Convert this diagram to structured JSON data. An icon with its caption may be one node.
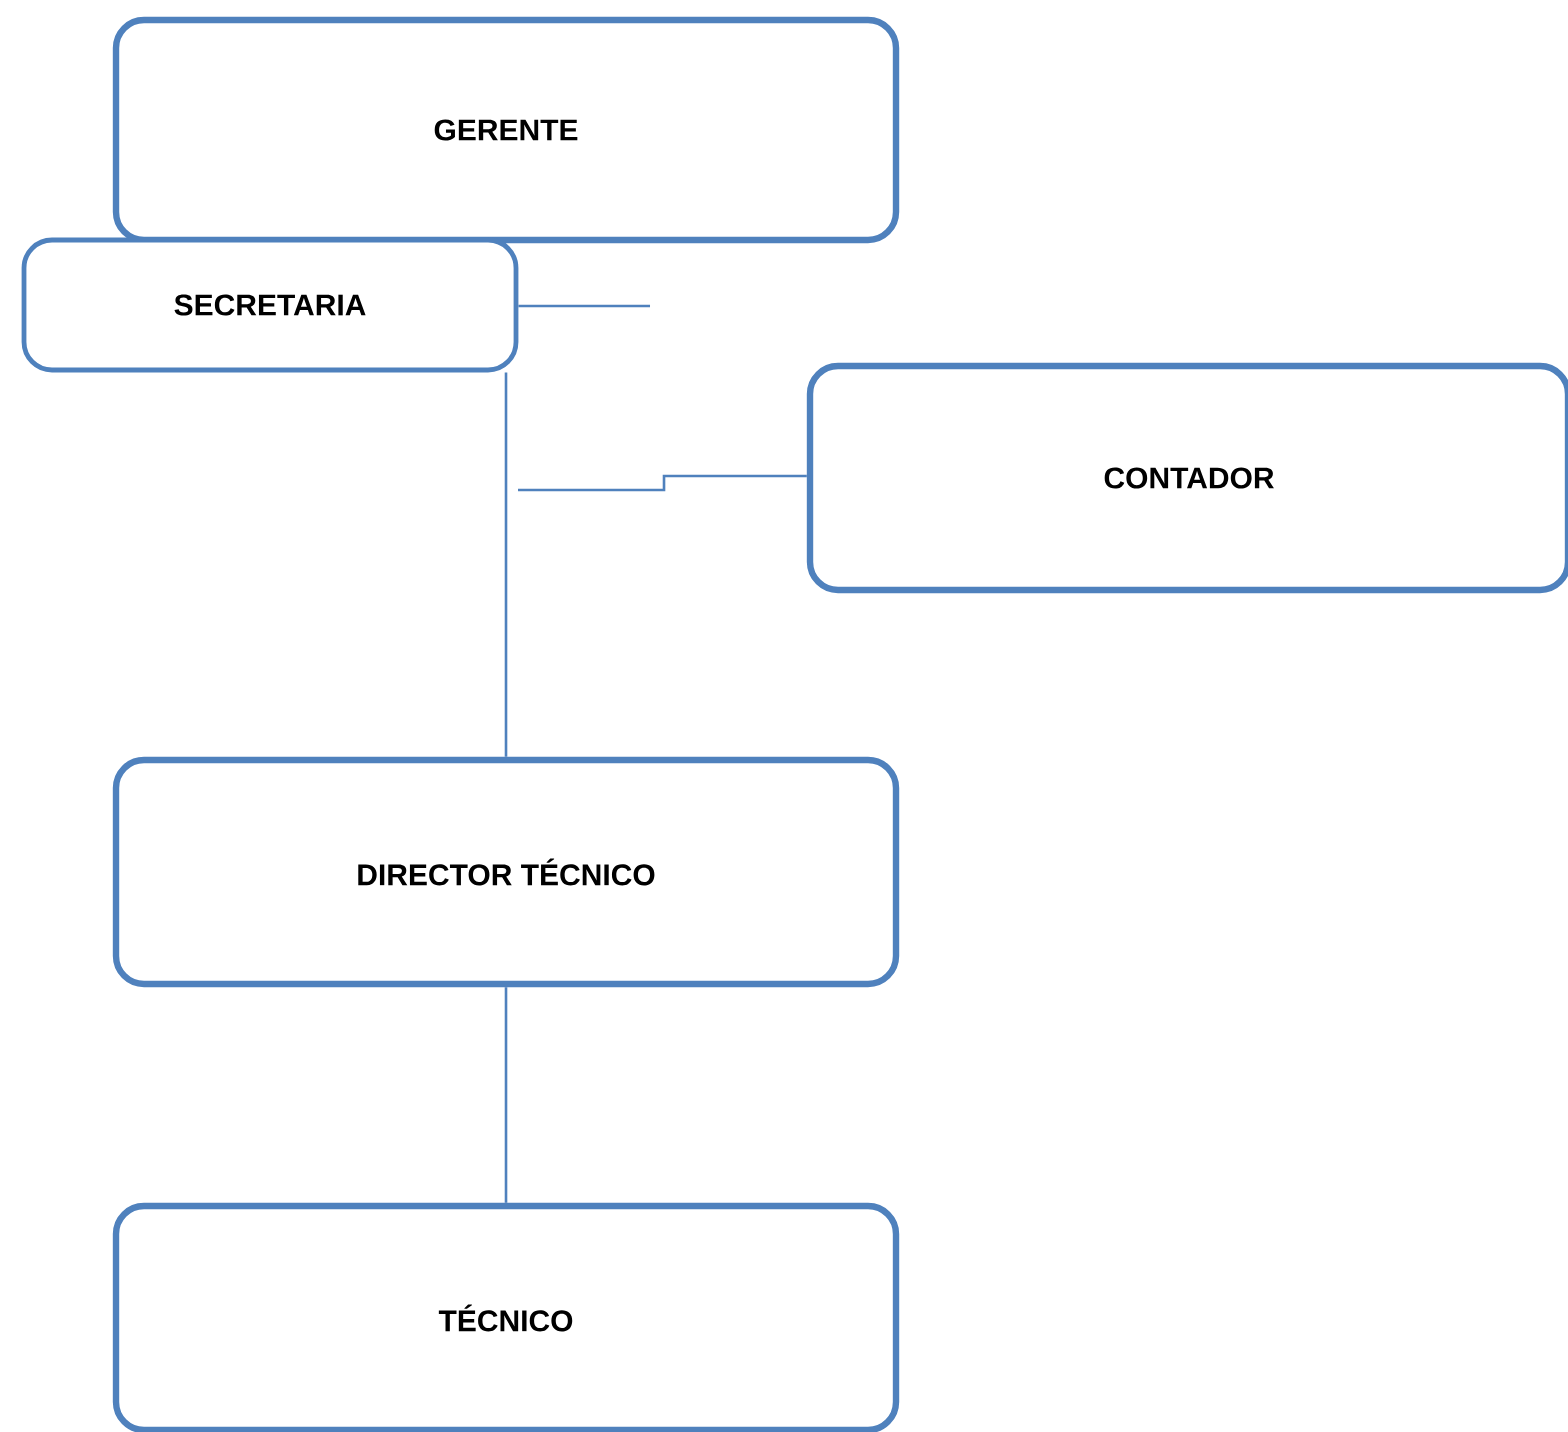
{
  "diagram": {
    "nodes": [
      {
        "text": [
          "GERENTE"
        ]
      },
      {
        "text": [
          "SECRETARIA"
        ]
      },
      {
        "text": [
          "CONTADOR"
        ]
      },
      {
        "text": [
          "DIRECTOR TÉCNICO"
        ]
      },
      {
        "text": [
          "TÉCNICO"
        ]
      }
    ],
    "edges": [
      {
        "from": 1,
        "to": 3,
        "arrow": "none"
      },
      {
        "from": 1,
        "to": null,
        "arrow": "none"
      },
      {
        "from": null,
        "to": 2,
        "arrow": "none"
      },
      {
        "from": 3,
        "to": 4,
        "arrow": "none"
      }
    ]
  }
}
